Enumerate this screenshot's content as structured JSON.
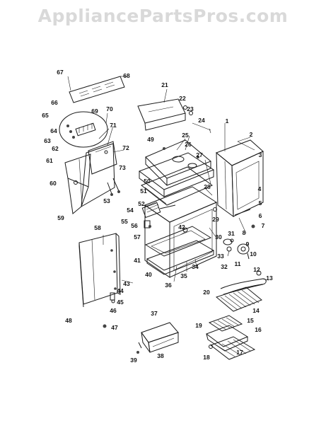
{
  "watermark": "AppliancePartsPros.com",
  "callouts": [
    "67",
    "68",
    "21",
    "22",
    "23",
    "24",
    "66",
    "69",
    "70",
    "65",
    "64",
    "63",
    "62",
    "71",
    "72",
    "61",
    "60",
    "73",
    "59",
    "53",
    "49",
    "25",
    "26",
    "27",
    "50",
    "51",
    "52",
    "28",
    "54",
    "55",
    "56",
    "29",
    "57",
    "42",
    "30",
    "58",
    "41",
    "40",
    "36",
    "35",
    "34",
    "48",
    "43",
    "44",
    "45",
    "46",
    "47",
    "1",
    "2",
    "3",
    "4",
    "5",
    "6",
    "7",
    "8",
    "31",
    "9",
    "33",
    "32",
    "11",
    "10",
    "12",
    "13",
    "20",
    "14",
    "19",
    "15",
    "16",
    "18",
    "17",
    "37",
    "38",
    "39"
  ]
}
